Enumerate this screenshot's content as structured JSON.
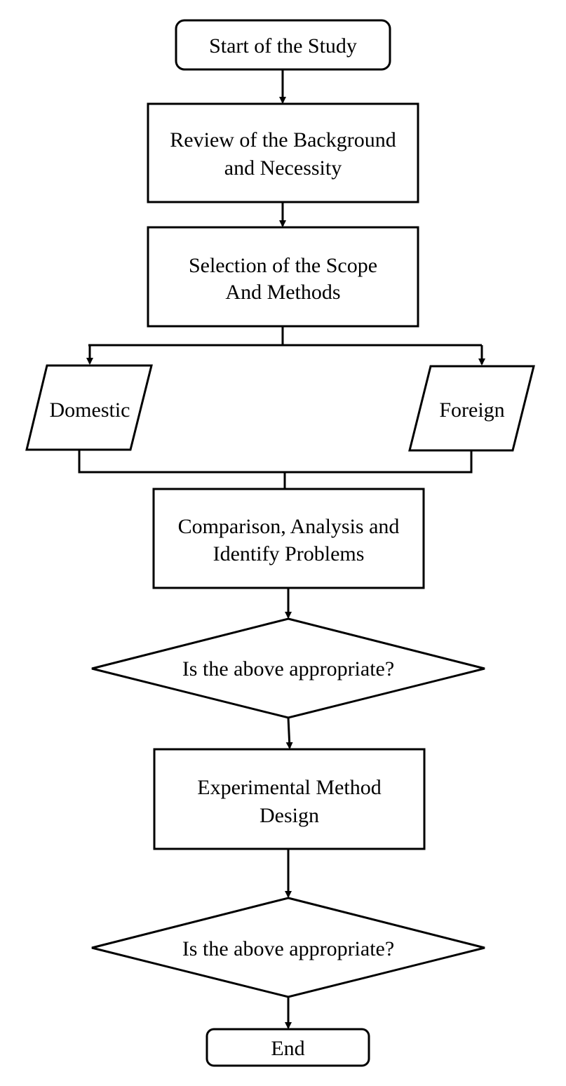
{
  "diagram": {
    "nodes": {
      "start": {
        "label": "Start of the Study"
      },
      "review": {
        "line1": "Review of the Background",
        "line2": "and Necessity"
      },
      "selection": {
        "line1": "Selection of the Scope",
        "line2": "And Methods"
      },
      "domestic": {
        "label": "Domestic"
      },
      "foreign": {
        "label": "Foreign"
      },
      "comparison": {
        "line1": "Comparison, Analysis and",
        "line2": "Identify Problems"
      },
      "decision1": {
        "label": "Is the above appropriate?"
      },
      "experimental": {
        "line1": "Experimental Method",
        "line2": "Design"
      },
      "decision2": {
        "label": "Is the above appropriate?"
      },
      "end": {
        "label": "End"
      }
    },
    "colors": {
      "stroke": "#000000",
      "fill": "#ffffff"
    }
  }
}
